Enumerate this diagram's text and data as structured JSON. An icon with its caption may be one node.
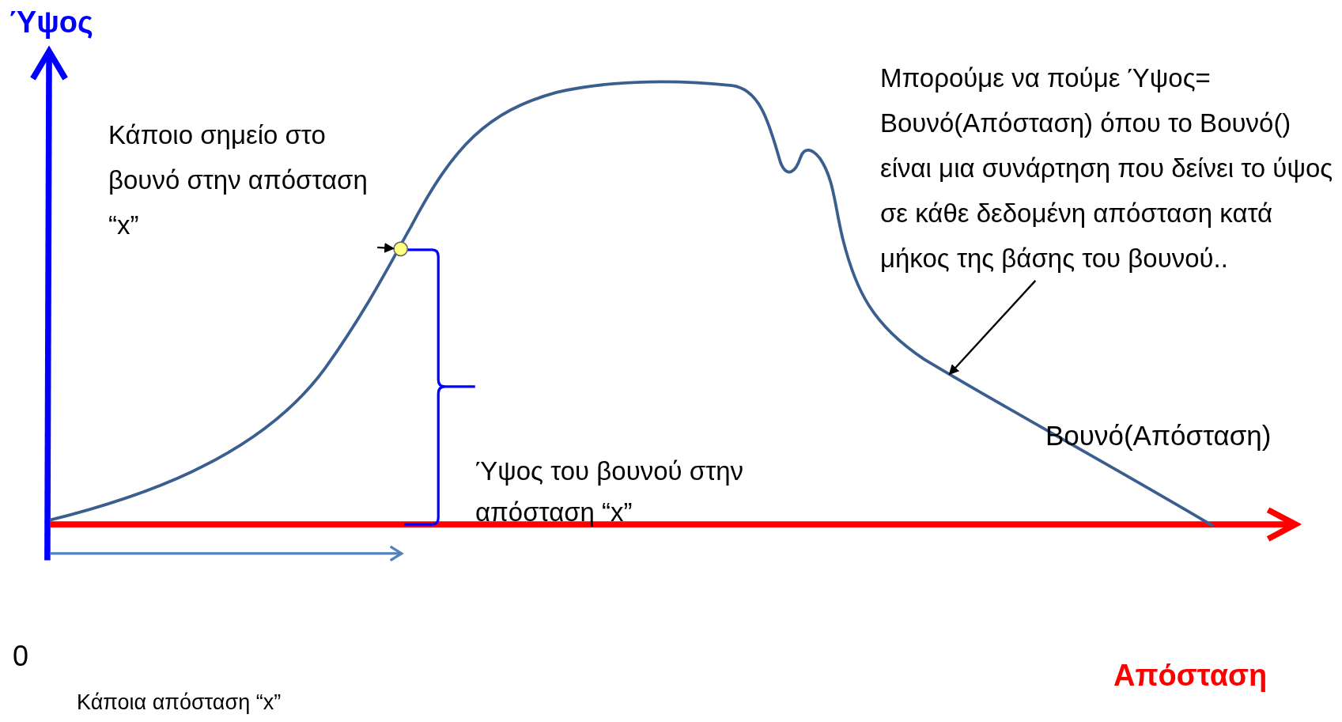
{
  "diagram": {
    "nodes": [
      {
        "text": [
          "Κάποιο σημείο στο βουνό στην απόσταση “x”"
        ]
      },
      {
        "text": [],
        "shape": "circle"
      },
      {
        "text": [
          "Μπορούμε να πούμε Ύψος= Βουνό(Απόσταση) όπου το Βουνό() είναι μια συνάρτηση που δείνει το ύψος σε κάθε δεδομένη απόσταση κατά μήκος της βάσης του βουνού.."
        ]
      }
    ],
    "edges": [
      {
        "from": 0,
        "to": 1,
        "arrow": "to"
      },
      {
        "from": 2,
        "to": null,
        "arrow": "to"
      }
    ],
    "labels": [
      "Ύψος",
      "Βουνό(Απόσταση)",
      "Ύψος του βουνού στην απόσταση “x”",
      "0",
      "Απόσταση",
      "Κάποια απόσταση “x”"
    ]
  }
}
